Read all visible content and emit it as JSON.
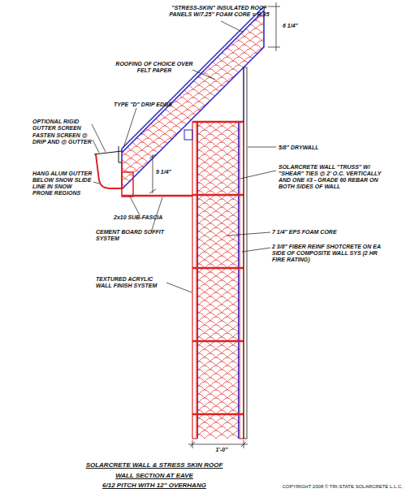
{
  "diagram": {
    "title": "SOLARCRETE WALL & STRESS SKIN ROOF",
    "labels": [
      "\"STRESS-SKIN\" INSULATED ROOF PANELS W/7.25\" FOAM CORE = R-35",
      "6 1/4\"",
      "ROOFING OF CHOICE OVER FELT PAPER",
      "TYPE \"D\" DRIP EDGE",
      "OPTIONAL RIGID GUTTER SCREEN",
      "FASTEN SCREEN @ DRIP AND @ GUTTER",
      "9 1/4\"",
      "5/8\" DRYWALL",
      "HANG ALUM GUTTER BELOW SNOW SLIDE LINE IN SNOW PRONE REGIONS",
      "SOLARCRETE WALL \"TRUSS\" W/ \"SHEAR\" TIES @ 2' O.C. VERTICALLY AND ONE #3 - GRADE 60 REBAR ON BOTH SIDES OF WALL",
      "2x10 SUB-FASCIA",
      "CEMENT BOARD SOFFIT SYSTEM",
      "7 1/4\" EPS FOAM CORE",
      "2 3/8\" FIBER REINF SHOTCRETE ON EA SIDE OF COMPOSITE WALL SYS (2 HR FIRE RATING)",
      "TEXTURED ACRYLIC WALL FINISH SYSTEM",
      "1'-0\"",
      "WALL SECTION AT EAVE",
      "6/12 PITCH WITH 12\" OVERHANG",
      "COPYRIGHT 2008 © TRI-STATE SOLARCRETE L.L.C."
    ]
  }
}
